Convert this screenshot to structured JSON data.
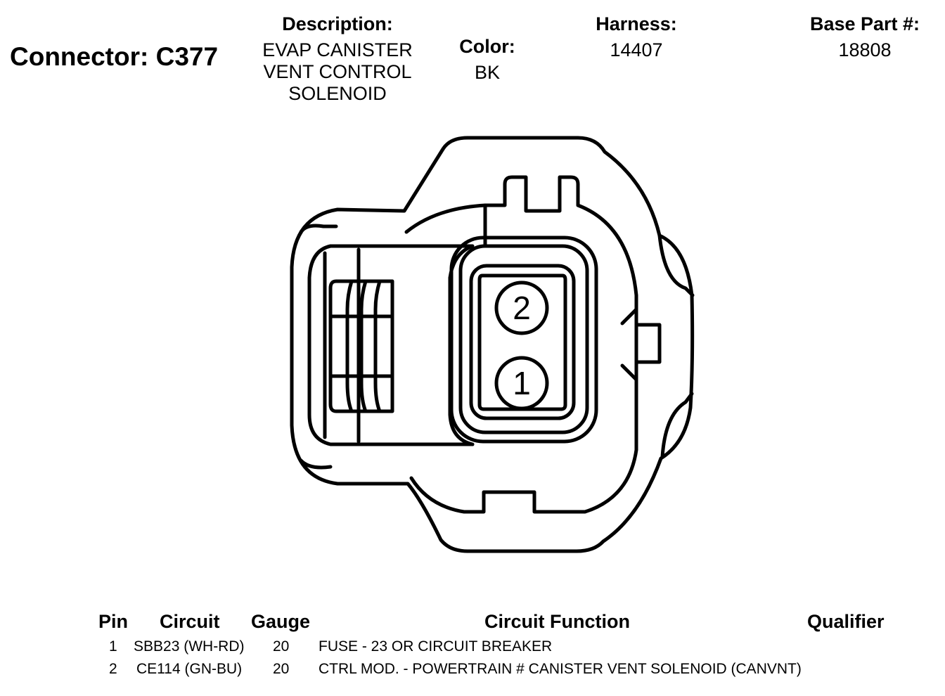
{
  "connector": {
    "title": "Connector: C377"
  },
  "description": {
    "label": "Description:",
    "lines": [
      "EVAP CANISTER",
      "VENT CONTROL",
      "SOLENOID"
    ]
  },
  "color": {
    "label": "Color:",
    "value": "BK"
  },
  "harness": {
    "label": "Harness:",
    "value": "14407"
  },
  "base_part": {
    "label": "Base Part #:",
    "value": "18808"
  },
  "diagram": {
    "pins": [
      "2",
      "1"
    ]
  },
  "table": {
    "headers": {
      "pin": "Pin",
      "circuit": "Circuit",
      "gauge": "Gauge",
      "function": "Circuit Function",
      "qualifier": "Qualifier"
    },
    "rows": [
      {
        "pin": "1",
        "circuit": "SBB23 (WH-RD)",
        "gauge": "20",
        "function": "FUSE - 23 OR CIRCUIT BREAKER",
        "qualifier": ""
      },
      {
        "pin": "2",
        "circuit": "CE114 (GN-BU)",
        "gauge": "20",
        "function": "CTRL MOD. - POWERTRAIN # CANISTER VENT SOLENOID (CANVNT)",
        "qualifier": ""
      }
    ]
  }
}
